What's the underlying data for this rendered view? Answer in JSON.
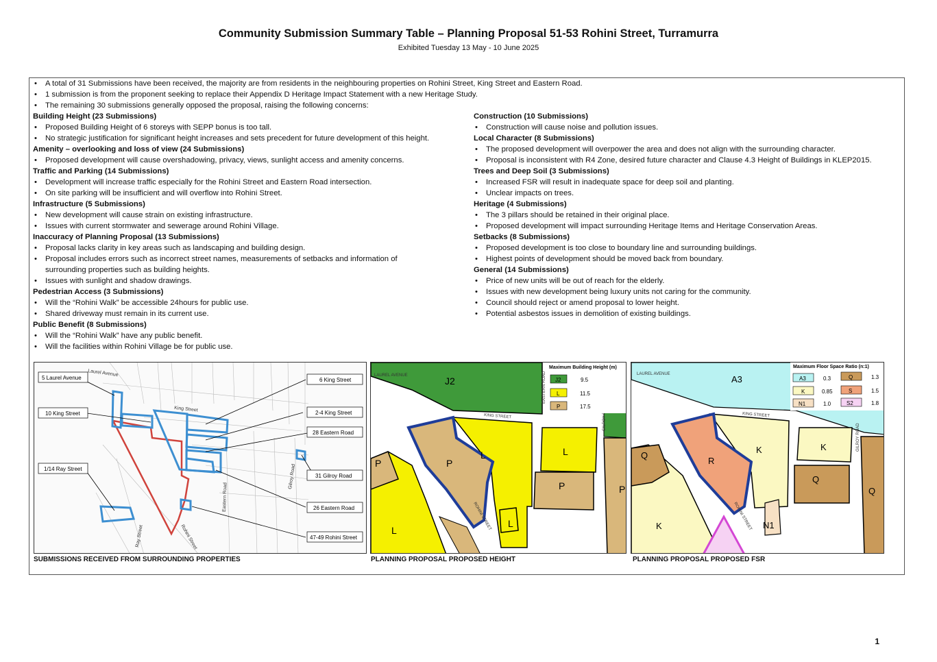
{
  "header": {
    "title": "Community Submission Summary Table – Planning Proposal 51-53 Rohini Street, Turramurra",
    "subtitle": "Exhibited Tuesday 13 May - 10 June 2025"
  },
  "intro": [
    "A total of 31 Submissions have been received, the majority are from residents in the neighbouring properties on Rohini Street, King Street and Eastern Road.",
    "1 submission is from the proponent seeking to replace their Appendix D Heritage Impact Statement with a new Heritage Study.",
    "The remaining 30 submissions generally opposed the proposal, raising the following concerns:"
  ],
  "left_sections": [
    {
      "heading": "Building Height (23 Submissions)",
      "items": [
        "Proposed Building Height of 6 storeys with SEPP bonus is too tall.",
        "No strategic justification for significant height increases and sets precedent for future development of this height."
      ]
    },
    {
      "heading": "Amenity – overlooking and loss of view (24 Submissions)",
      "items": [
        "Proposed development will cause overshadowing, privacy, views, sunlight access and amenity concerns."
      ]
    },
    {
      "heading": "Traffic and Parking (14 Submissions)",
      "items": [
        "Development will increase traffic especially for the Rohini Street and Eastern Road intersection.",
        "On site parking will be insufficient and will overflow into Rohini Street."
      ]
    },
    {
      "heading": "Infrastructure (5 Submissions)",
      "items": [
        "New development will cause strain on existing infrastructure.",
        "Issues with current stormwater and sewerage around Rohini Village."
      ]
    },
    {
      "heading": "Inaccuracy of Planning Proposal (13 Submissions)",
      "items": [
        "Proposal lacks clarity in key areas such as landscaping and building design.",
        "Proposal includes errors such as incorrect street names, measurements of setbacks and information of surrounding properties such as building heights.",
        "Issues with sunlight and shadow drawings."
      ]
    },
    {
      "heading": "Pedestrian Access (3 Submissions)",
      "items": [
        "Will the “Rohini Walk” be accessible 24hours for public use.",
        "Shared driveway must remain in its current use."
      ]
    },
    {
      "heading": "Public Benefit (8 Submissions)",
      "items": [
        "Will the “Rohini Walk” have any public benefit.",
        "Will the facilities within Rohini Village be for public use."
      ]
    }
  ],
  "right_sections": [
    {
      "heading": "Construction (10 Submissions)",
      "items": [
        "Construction will cause noise and pollution issues."
      ]
    },
    {
      "heading": "Local Character (8 Submissions)",
      "items": [
        "The proposed development will overpower the area and does not align with the surrounding character.",
        "Proposal is inconsistent with R4 Zone, desired future character and Clause 4.3 Height of Buildings in KLEP2015."
      ]
    },
    {
      "heading": "Trees and Deep Soil (3 Submissions)",
      "items": [
        "Increased FSR will result in inadequate space for deep soil and planting.",
        "Unclear impacts on trees."
      ]
    },
    {
      "heading": "Heritage (4 Submissions)",
      "items": [
        "The 3 pillars should be retained in their original place.",
        "Proposed development will impact surrounding Heritage Items and Heritage Conservation Areas."
      ]
    },
    {
      "heading": "Setbacks (8 Submissions)",
      "items": [
        "Proposed development is too close to boundary line and surrounding buildings.",
        "Highest points of development should be moved back from boundary."
      ]
    },
    {
      "heading": "General (14 Submissions)",
      "items": [
        "Price of new units will be out of reach for the elderly.",
        "Issues with new development being luxury units not caring for the community.",
        "Council should reject or amend proposal to lower height.",
        "Potential asbestos issues in demolition of existing buildings."
      ]
    }
  ],
  "map1": {
    "caption": "SUBMISSIONS RECEIVED FROM SURROUNDING PROPERTIES",
    "labels": [
      "5 Laurel Avenue",
      "10 King Street",
      "1/14 Ray Street",
      "6 King Street",
      "2-4 King Street",
      "28 Eastern Road",
      "31 Gilroy Road",
      "26 Eastern Road",
      "47-49 Rohini Street"
    ],
    "streets": [
      "Laurel Avenue",
      "King Street",
      "Eastern Road",
      "Gilroy Road",
      "Ray Street",
      "Rohini Street"
    ],
    "colors": {
      "subject": "#d0433c",
      "submitter": "#3d8fd1"
    }
  },
  "map2": {
    "caption": "PLANNING PROPOSAL PROPOSED HEIGHT",
    "legend_title": "Maximum Building Height (m)",
    "legend": [
      {
        "code": "J2",
        "value": "9.5",
        "color": "#3f9a3a"
      },
      {
        "code": "L",
        "value": "11.5",
        "color": "#f5f000"
      },
      {
        "code": "P",
        "value": "17.5",
        "color": "#d9b77b"
      }
    ],
    "zones": [
      "J2",
      "P",
      "L",
      "P",
      "L",
      "L",
      "P",
      "P",
      "L"
    ],
    "streets": [
      "LAUREL AVENUE",
      "KING STREET",
      "ROHINI STREET",
      "EASTERN ROAD",
      "GILROY ROAD"
    ]
  },
  "map3": {
    "caption": "PLANNING PROPOSAL PROPOSED FSR",
    "legend_title": "Maximum Floor Space Ratio (n:1)",
    "legend": [
      {
        "code": "A3",
        "value": "0.3",
        "color": "#b9f2f2"
      },
      {
        "code": "K",
        "value": "0.85",
        "color": "#fbf8c2"
      },
      {
        "code": "N1",
        "value": "1.0",
        "color": "#f7e0c4"
      },
      {
        "code": "Q",
        "value": "1.3",
        "color": "#c99a5a"
      },
      {
        "code": "S",
        "value": "1.5",
        "color": "#f0a27a"
      },
      {
        "code": "S2",
        "value": "1.8",
        "color": "#f6d2f3"
      }
    ],
    "zones": [
      "A3",
      "R",
      "K",
      "K",
      "Q",
      "Q",
      "Q",
      "K",
      "N1",
      "Q"
    ],
    "streets": [
      "LAUREL AVENUE",
      "KING STREET",
      "ROHINI STREET",
      "GILROY ROAD"
    ]
  },
  "page_number": "1"
}
